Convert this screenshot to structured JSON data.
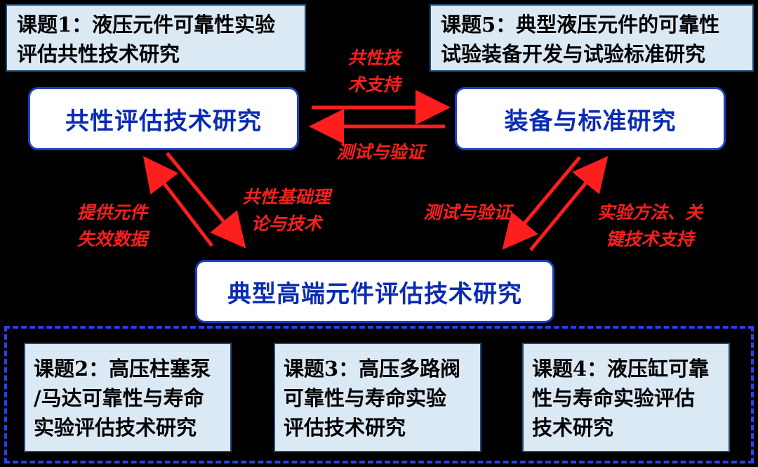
{
  "topics": {
    "t1": {
      "line1": "课题1：液压元件可靠性实验",
      "line2": "评估共性技术研究"
    },
    "t5": {
      "line1": "课题5：典型液压元件的可靠性",
      "line2": "试验装备开发与试验标准研究"
    },
    "t2": {
      "line1": "课题2：高压柱塞泵",
      "line2": "/马达可靠性与寿命",
      "line3": "实验评估技术研究"
    },
    "t3": {
      "line1": "课题3：高压多路阀",
      "line2": "可靠性与寿命实验",
      "line3": "评估技术研究"
    },
    "t4": {
      "line1": "课题4：液压缸可靠",
      "line2": "性与寿命实验评估",
      "line3": "技术研究"
    }
  },
  "nodes": {
    "common": "共性评估技术研究",
    "equipment": "装备与标准研究",
    "typical": "典型高端元件评估技术研究"
  },
  "labels": {
    "top_arrow": {
      "line1": "共性技",
      "line2": "术支持"
    },
    "bottom_arrow": "测试与验证",
    "left_outer": {
      "line1": "提供元件",
      "line2": "失效数据"
    },
    "left_inner": {
      "line1": "共性基础理",
      "line2": "论与技术"
    },
    "right_inner": "测试与验证",
    "right_outer": {
      "line1": "实验方法、关",
      "line2": "键技术支持"
    }
  },
  "colors": {
    "arrow": "#ff1e1e",
    "node_text": "#0a2bb3",
    "topic_bg": "#dbe9f5",
    "frame": "#2a3ff0"
  }
}
